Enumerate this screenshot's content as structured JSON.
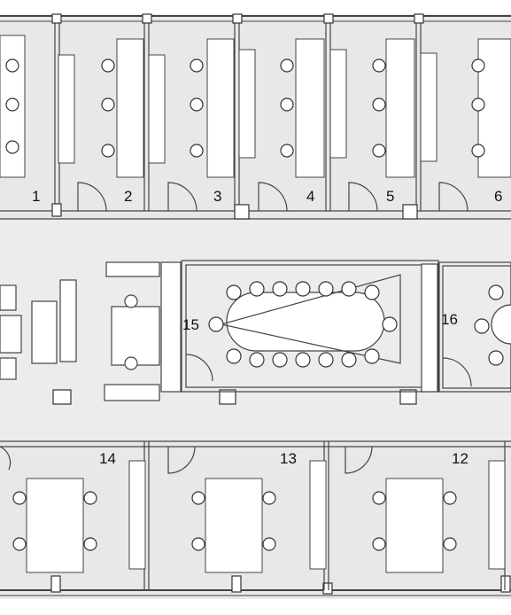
{
  "colors": {
    "floor": "#e8e8e8",
    "wall": "#444444",
    "line": "#555555",
    "furniture": "#ffffff",
    "label": "#111111"
  },
  "rooms": {
    "top": [
      "1",
      "2",
      "3",
      "4",
      "5",
      "6"
    ],
    "bottom": [
      "14",
      "13",
      "12"
    ],
    "conference": "15",
    "meeting": "16"
  }
}
